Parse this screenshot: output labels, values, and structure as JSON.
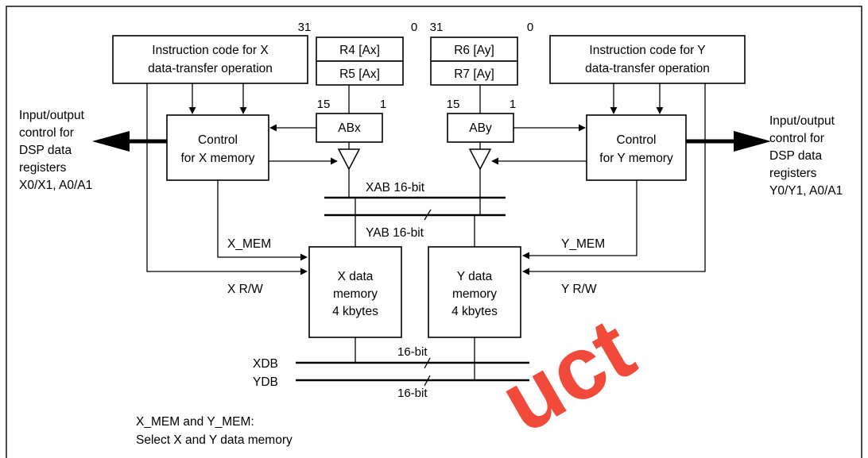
{
  "labels": {
    "instr_x_line1": "Instruction code for X",
    "instr_x_line2": "data-transfer operation",
    "instr_y_line1": "Instruction code for Y",
    "instr_y_line2": "data-transfer operation",
    "bit31_left": "31",
    "bit0_left": "0",
    "bit31_right": "31",
    "bit0_right": "0",
    "r4": "R4 [Ax]",
    "r5": "R5 [Ax]",
    "r6": "R6 [Ay]",
    "r7": "R7 [Ay]",
    "bit15_left": "15",
    "bit1_left": "1",
    "bit15_right": "15",
    "bit1_right": "1",
    "abx": "ABx",
    "aby": "ABy",
    "ctrl_x_line1": "Control",
    "ctrl_x_line2": "for X memory",
    "ctrl_y_line1": "Control",
    "ctrl_y_line2": "for Y memory",
    "io_left_line1": "Input/output",
    "io_left_line2": "control for",
    "io_left_line3": "DSP data",
    "io_left_line4": "registers",
    "io_left_line5": "X0/X1, A0/A1",
    "io_right_line1": "Input/output",
    "io_right_line2": "control for",
    "io_right_line3": "DSP data",
    "io_right_line4": "registers",
    "io_right_line5": "Y0/Y1, A0/A1",
    "xab": "XAB 16-bit",
    "yab": "YAB 16-bit",
    "x_mem_signal": "X_MEM",
    "y_mem_signal": "Y_MEM",
    "x_rw": "X R/W",
    "y_rw": "Y R/W",
    "xmem_line1": "X data",
    "xmem_line2": "memory",
    "xmem_line3": "4 kbytes",
    "ymem_line1": "Y data",
    "ymem_line2": "memory",
    "ymem_line3": "4 kbytes",
    "xdb": "XDB",
    "ydb": "YDB",
    "xdb_width": "16-bit",
    "ydb_width": "16-bit",
    "note_line1": "X_MEM and Y_MEM:",
    "note_line2": "Select X and Y data memory"
  },
  "watermark": "uct",
  "colors": {
    "watermark": "#f03a2a",
    "line": "#000000"
  }
}
